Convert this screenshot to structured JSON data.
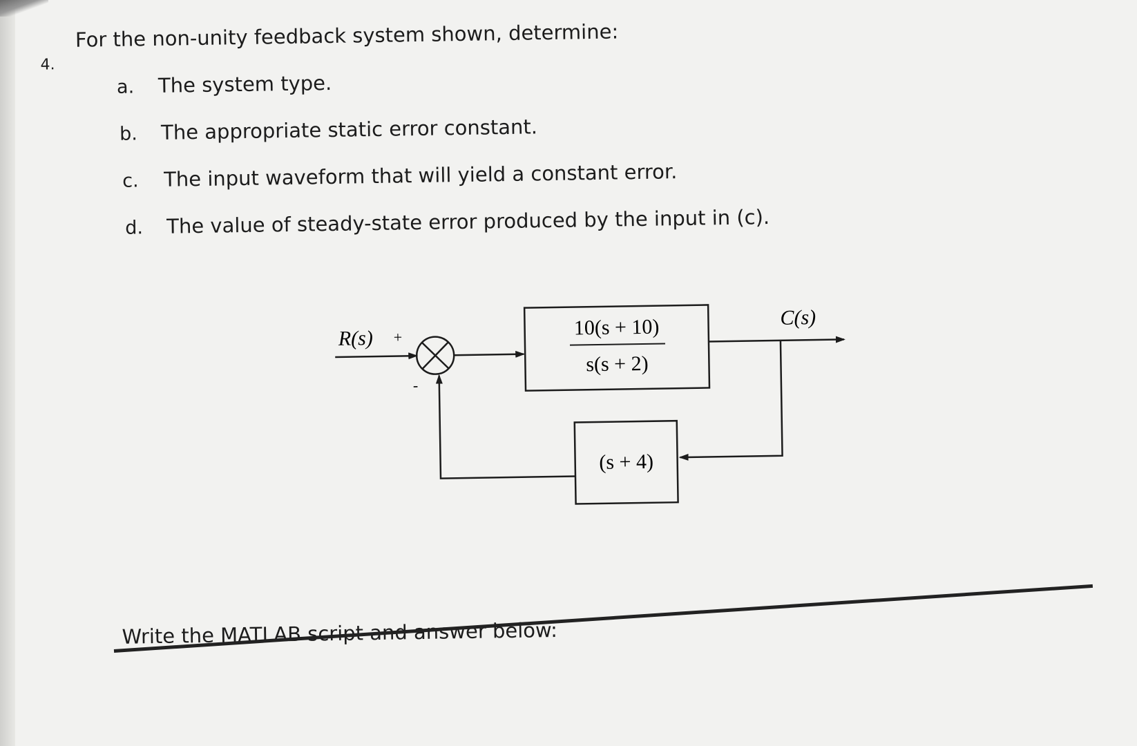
{
  "question": {
    "number": "4.",
    "stem": "For the non-unity feedback system shown, determine:",
    "parts": [
      {
        "letter": "a.",
        "text": "The system type."
      },
      {
        "letter": "b.",
        "text": "The appropriate static error constant."
      },
      {
        "letter": "c.",
        "text": "The input waveform that will yield a constant error."
      },
      {
        "letter": "d.",
        "text": "The value of steady-state error produced by the input in (c)."
      }
    ]
  },
  "diagram": {
    "input_label": "R(s)",
    "plus_sign": "+",
    "minus_sign": "-",
    "forward_numerator": "10(s + 10)",
    "forward_denominator": "s(s + 2)",
    "output_label": "C(s)",
    "feedback_block": "(s + 4)"
  },
  "footer": {
    "prompt": "Write the MATLAB script and answer below:"
  }
}
